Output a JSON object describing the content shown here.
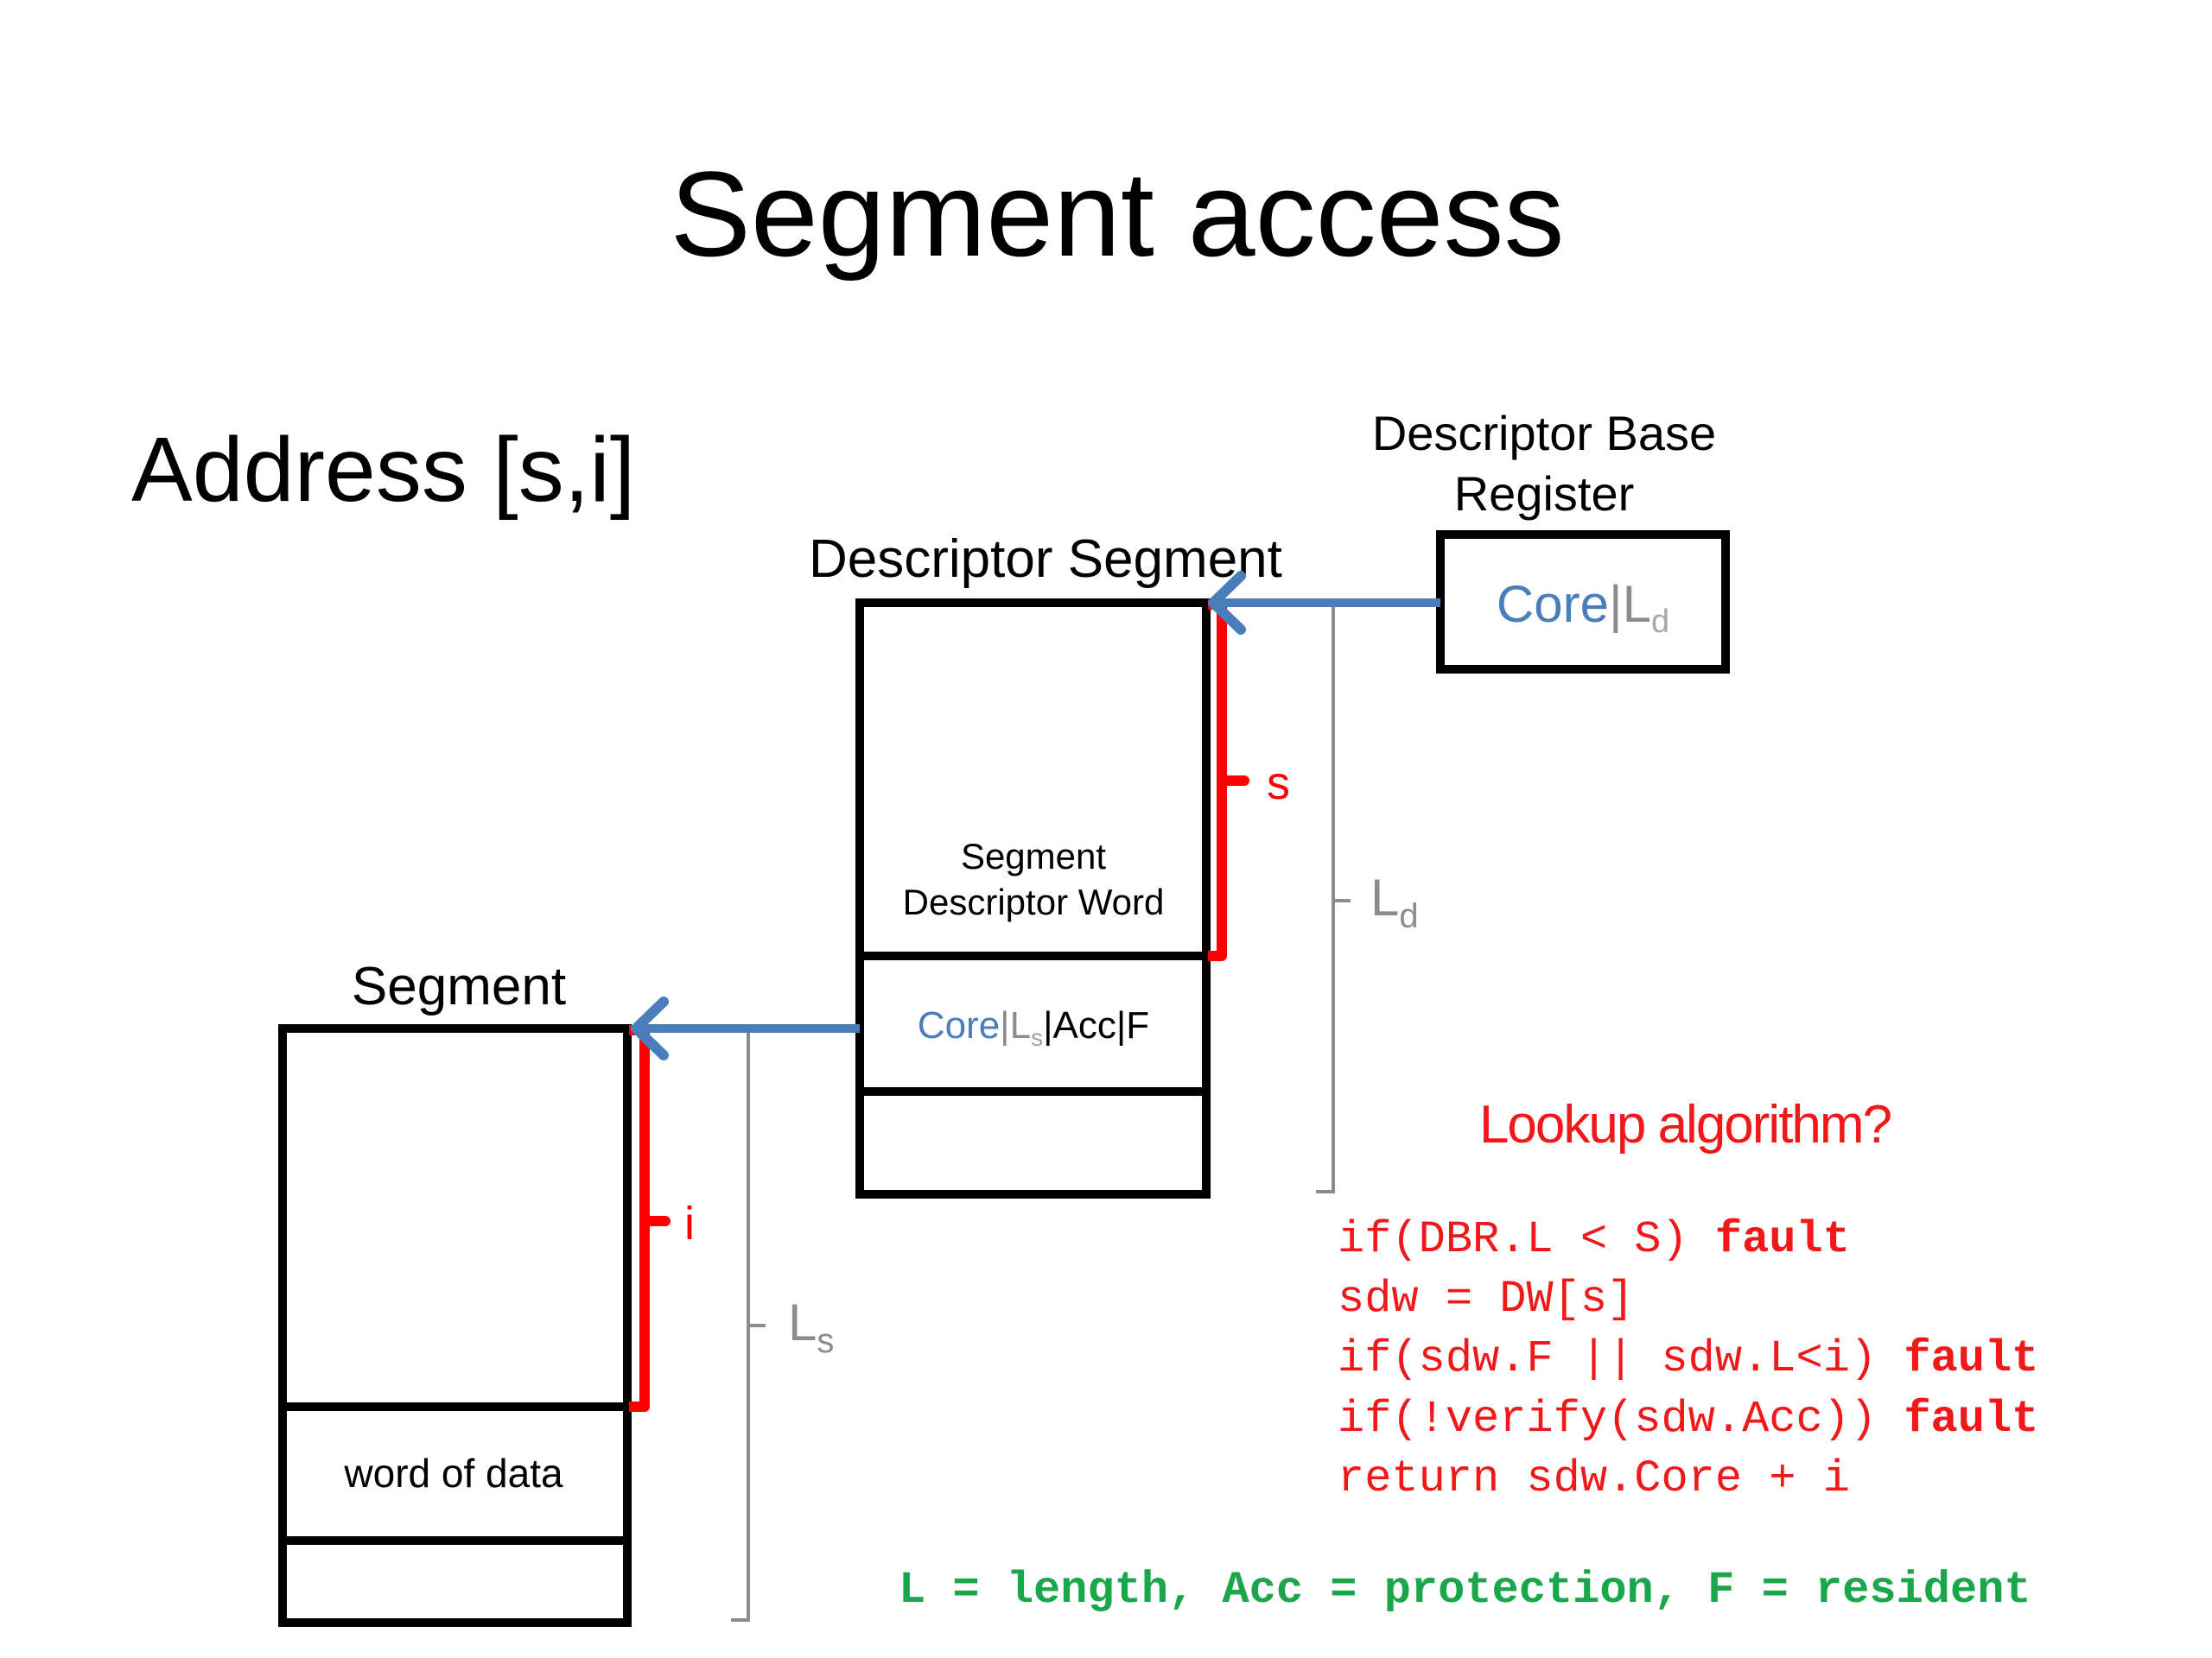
{
  "slide": {
    "title": "Segment access",
    "address_label": "Address [s,i]"
  },
  "colors": {
    "text": "#000000",
    "accent_blue": "#4a7ebb",
    "bracket_red": "#ff0000",
    "bracket_gray": "#8c8c8c",
    "code_red": "#f01818",
    "legend_green": "#1aa64a"
  },
  "dbr": {
    "label_line1": "Descriptor Base",
    "label_line2": "Register",
    "content": {
      "core": "Core",
      "sep": "|",
      "length": "L",
      "length_sub": "d"
    }
  },
  "descriptor_segment": {
    "label": "Descriptor Segment",
    "entry_label_line1": "Segment",
    "entry_label_line2": "Descriptor Word",
    "sdw": {
      "core": "Core",
      "sep1": "|",
      "length": "L",
      "length_sub": "s",
      "rest": "|Acc|F"
    },
    "offset_label": "s",
    "length_label": "L",
    "length_label_sub": "d"
  },
  "segment": {
    "label": "Segment",
    "word_label": "word of data",
    "offset_label": "i",
    "length_label": "L",
    "length_label_sub": "s"
  },
  "lookup": {
    "heading": "Lookup algorithm?",
    "lines": [
      {
        "code": "if(DBR.L < S) ",
        "keyword": "fault"
      },
      {
        "code": "sdw = DW[s]",
        "keyword": ""
      },
      {
        "code": "if(sdw.F || sdw.L<i) ",
        "keyword": "fault"
      },
      {
        "code": "if(!verify(sdw.Acc)) ",
        "keyword": "fault"
      },
      {
        "code": "return sdw.Core + i",
        "keyword": ""
      }
    ]
  },
  "legend": {
    "text": "L = length, Acc = protection, F = resident"
  }
}
